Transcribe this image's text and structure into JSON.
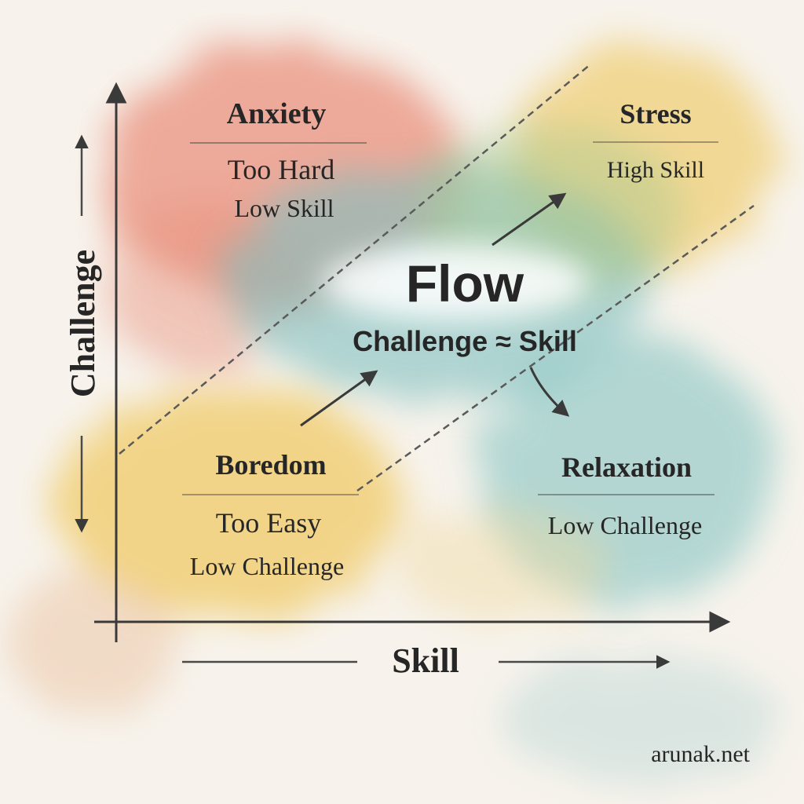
{
  "axes": {
    "y_label": "Challenge",
    "x_label": "Skill"
  },
  "zones": {
    "anxiety": {
      "title": "Anxiety",
      "line1": "Too Hard",
      "line2": "Low Skill"
    },
    "stress": {
      "title": "Stress",
      "line1": "High Skill"
    },
    "flow": {
      "title": "Flow",
      "subtitle": "Challenge ≈ Skill"
    },
    "boredom": {
      "title": "Boredom",
      "line1": "Too Easy",
      "line2": "Low Challenge"
    },
    "relaxation": {
      "title": "Relaxation",
      "line1": "Low Challenge"
    }
  },
  "footer": {
    "credit": "arunak.net"
  },
  "colors": {
    "anxiety": "#e98a76",
    "stress": "#f0cf77",
    "flow": "#7fbfbf",
    "boredom": "#f0c85f",
    "relaxation": "#86c4c2",
    "anxiety_title": "#8b2a1f",
    "ink": "#262626"
  }
}
